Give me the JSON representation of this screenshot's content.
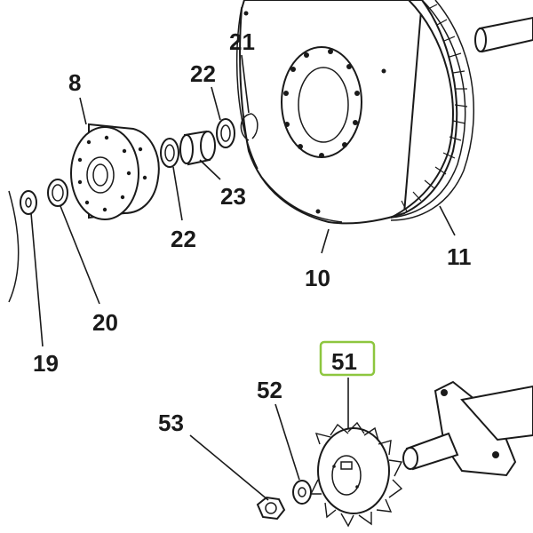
{
  "callouts": {
    "c21": "21",
    "c22a": "22",
    "c8": "8",
    "c23": "23",
    "c22b": "22",
    "c10": "10",
    "c11": "11",
    "c20": "20",
    "c19": "19",
    "c51": "51",
    "c52": "52",
    "c53": "53"
  },
  "highlight": {
    "part": "51",
    "color": "#8dc63f"
  },
  "colors": {
    "line": "#1a1a1a",
    "background": "#ffffff"
  }
}
